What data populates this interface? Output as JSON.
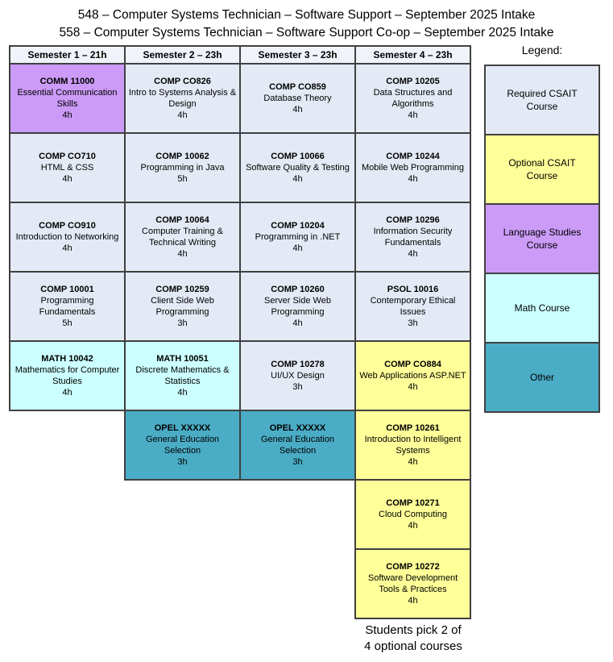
{
  "titles": {
    "line1": "548 – Computer Systems Technician – Software Support – September 2025 Intake",
    "line2": "558 – Computer Systems Technician – Software Support Co-op – September 2025 Intake"
  },
  "colors": {
    "required": "#E4EAF5",
    "optional": "#FFFF99",
    "language": "#CB9BF7",
    "math": "#CCFFFF",
    "other": "#4BACC6",
    "header_bg": "#F0F3FA",
    "border": "#404040"
  },
  "semesters": [
    {
      "header": "Semester 1 – 21h",
      "courses": [
        {
          "code": "COMM 11000",
          "name": "Essential Communication Skills",
          "hours": "4h",
          "type": "language"
        },
        {
          "code": "COMP CO710",
          "name": "HTML & CSS",
          "hours": "4h",
          "type": "required"
        },
        {
          "code": "COMP CO910",
          "name": "Introduction to Networking",
          "hours": "4h",
          "type": "required"
        },
        {
          "code": "COMP 10001",
          "name": "Programming Fundamentals",
          "hours": "5h",
          "type": "required"
        },
        {
          "code": "MATH 10042",
          "name": "Mathematics for Computer Studies",
          "hours": "4h",
          "type": "math"
        }
      ]
    },
    {
      "header": "Semester 2 – 23h",
      "courses": [
        {
          "code": "COMP CO826",
          "name": "Intro to Systems Analysis & Design",
          "hours": "4h",
          "type": "required"
        },
        {
          "code": "COMP 10062",
          "name": "Programming in Java",
          "hours": "5h",
          "type": "required"
        },
        {
          "code": "COMP 10064",
          "name": "Computer Training & Technical Writing",
          "hours": "4h",
          "type": "required"
        },
        {
          "code": "COMP 10259",
          "name": "Client Side Web Programming",
          "hours": "3h",
          "type": "required"
        },
        {
          "code": "MATH 10051",
          "name": "Discrete Mathematics & Statistics",
          "hours": "4h",
          "type": "math"
        },
        {
          "code": "OPEL XXXXX",
          "name": "General Education Selection",
          "hours": "3h",
          "type": "other"
        }
      ]
    },
    {
      "header": "Semester 3 – 23h",
      "courses": [
        {
          "code": "COMP CO859",
          "name": "Database Theory",
          "hours": "4h",
          "type": "required"
        },
        {
          "code": "COMP 10066",
          "name": "Software Quality & Testing",
          "hours": "4h",
          "type": "required"
        },
        {
          "code": "COMP 10204",
          "name": "Programming in .NET",
          "hours": "4h",
          "type": "required"
        },
        {
          "code": "COMP 10260",
          "name": "Server Side Web Programming",
          "hours": "4h",
          "type": "required"
        },
        {
          "code": "COMP 10278",
          "name": "UI/UX Design",
          "hours": "3h",
          "type": "required"
        },
        {
          "code": "OPEL XXXXX",
          "name": "General Education Selection",
          "hours": "3h",
          "type": "other"
        }
      ]
    },
    {
      "header": "Semester 4 – 23h",
      "courses": [
        {
          "code": "COMP 10205",
          "name": "Data Structures and Algorithms",
          "hours": "4h",
          "type": "required"
        },
        {
          "code": "COMP 10244",
          "name": "Mobile Web Programming",
          "hours": "4h",
          "type": "required"
        },
        {
          "code": "COMP 10296",
          "name": "Information Security Fundamentals",
          "hours": "4h",
          "type": "required"
        },
        {
          "code": "PSOL 10016",
          "name": "Contemporary Ethical Issues",
          "hours": "3h",
          "type": "required"
        },
        {
          "code": "COMP CO884",
          "name": "Web Applications ASP.NET",
          "hours": "4h",
          "type": "optional"
        },
        {
          "code": "COMP 10261",
          "name": "Introduction to Intelligent Systems",
          "hours": "4h",
          "type": "optional"
        },
        {
          "code": "COMP 10271",
          "name": "Cloud Computing",
          "hours": "4h",
          "type": "optional"
        },
        {
          "code": "COMP 10272",
          "name": "Software Development Tools & Practices",
          "hours": "4h",
          "type": "optional"
        }
      ]
    }
  ],
  "legend": {
    "title": "Legend:",
    "items": [
      {
        "label": "Required CSAIT Course",
        "type": "required"
      },
      {
        "label": "Optional CSAIT Course",
        "type": "optional"
      },
      {
        "label": "Language Studies Course",
        "type": "language"
      },
      {
        "label": "Math Course",
        "type": "math"
      },
      {
        "label": "Other",
        "type": "other"
      }
    ]
  },
  "footnote": {
    "line1": "Students pick 2 of",
    "line2": "4 optional courses"
  }
}
